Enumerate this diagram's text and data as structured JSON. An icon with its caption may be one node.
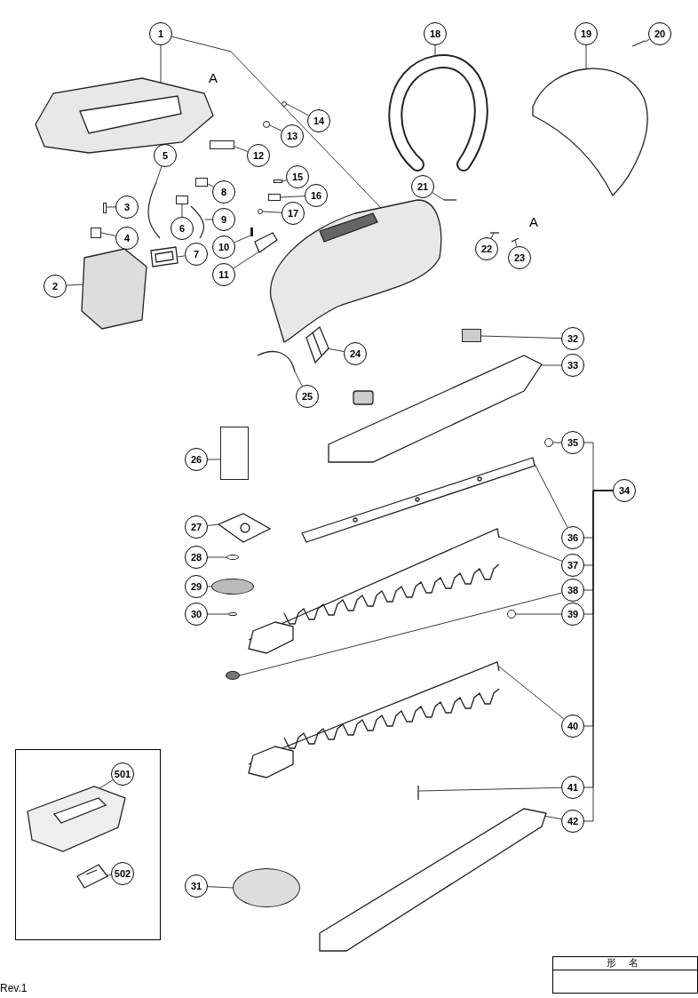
{
  "diagram": {
    "nodes": [
      {
        "text": [
          "1"
        ]
      },
      {
        "text": [
          "2"
        ]
      },
      {
        "text": [
          "3"
        ]
      },
      {
        "text": [
          "4"
        ]
      },
      {
        "text": [
          "5"
        ]
      },
      {
        "text": [
          "6"
        ]
      },
      {
        "text": [
          "7"
        ]
      },
      {
        "text": [
          "8"
        ]
      },
      {
        "text": [
          "9"
        ]
      },
      {
        "text": [
          "10"
        ]
      },
      {
        "text": [
          "11"
        ]
      },
      {
        "text": [
          "12"
        ]
      },
      {
        "text": [
          "13"
        ]
      },
      {
        "text": [
          "14"
        ]
      },
      {
        "text": [
          "15"
        ]
      },
      {
        "text": [
          "16"
        ]
      },
      {
        "text": [
          "17"
        ]
      },
      {
        "text": [
          "18"
        ]
      },
      {
        "text": [
          "19"
        ]
      },
      {
        "text": [
          "20"
        ]
      },
      {
        "text": [
          "21"
        ]
      },
      {
        "text": [
          "22"
        ]
      },
      {
        "text": [
          "23"
        ]
      },
      {
        "text": [
          "24"
        ]
      },
      {
        "text": [
          "25"
        ]
      },
      {
        "text": [
          "26"
        ]
      },
      {
        "text": [
          "27"
        ]
      },
      {
        "text": [
          "28"
        ]
      },
      {
        "text": [
          "29"
        ]
      },
      {
        "text": [
          "30"
        ]
      },
      {
        "text": [
          "31"
        ]
      },
      {
        "text": [
          "32"
        ]
      },
      {
        "text": [
          "33"
        ]
      },
      {
        "text": [
          "34"
        ]
      },
      {
        "text": [
          "35"
        ]
      },
      {
        "text": [
          "36"
        ]
      },
      {
        "text": [
          "37"
        ]
      },
      {
        "text": [
          "38"
        ]
      },
      {
        "text": [
          "39"
        ]
      },
      {
        "text": [
          "40"
        ]
      },
      {
        "text": [
          "41"
        ]
      },
      {
        "text": [
          "42"
        ]
      },
      {
        "text": [],
        "shape": "box"
      },
      {
        "text": [
          "501"
        ],
        "in": 42
      },
      {
        "text": [
          "502"
        ],
        "in": 42
      },
      {
        "text": [],
        "shape": "picture"
      },
      {
        "text": [],
        "shape": "picture"
      },
      {
        "text": [],
        "shape": "picture"
      },
      {
        "text": [],
        "shape": "box"
      },
      {
        "text": [],
        "shape": "box"
      },
      {
        "text": [],
        "shape": "picture"
      },
      {
        "text": [],
        "shape": "box"
      },
      {
        "text": [],
        "shape": "picture"
      },
      {
        "text": [],
        "shape": "box"
      },
      {
        "text": [],
        "shape": "picture"
      },
      {
        "text": [],
        "shape": "box"
      },
      {
        "text": [],
        "shape": "picture"
      },
      {
        "text": [],
        "shape": "box"
      },
      {
        "text": [],
        "shape": "circle"
      },
      {
        "text": [],
        "shape": "circle"
      },
      {
        "text": [],
        "shape": "box"
      },
      {
        "text": [],
        "shape": "box"
      },
      {
        "text": [],
        "shape": "circle"
      },
      {
        "text": [],
        "shape": "picture"
      },
      {
        "text": [],
        "shape": "picture"
      },
      {
        "text": [],
        "shape": "picture"
      },
      {
        "text": [],
        "shape": "picture"
      },
      {
        "text": [],
        "shape": "picture"
      },
      {
        "text": [],
        "shape": "picture"
      },
      {
        "text": [],
        "shape": "picture"
      },
      {
        "text": [],
        "shape": "picture"
      },
      {
        "text": [],
        "shape": "box"
      },
      {
        "text": [],
        "shape": "picture"
      },
      {
        "text": [],
        "shape": "circle"
      },
      {
        "text": [],
        "shape": "picture"
      },
      {
        "text": [],
        "shape": "picture"
      },
      {
        "text": [],
        "shape": "circle"
      },
      {
        "text": [],
        "shape": "circle"
      },
      {
        "text": [],
        "shape": "picture"
      },
      {
        "text": [],
        "shape": "picture"
      },
      {
        "text": [],
        "shape": "picture"
      },
      {
        "text": [],
        "shape": "box"
      },
      {
        "text": [],
        "shape": "picture"
      },
      {
        "text": [],
        "shape": "circle"
      },
      {
        "text": [],
        "shape": "circle"
      },
      {
        "text": [],
        "shape": "circle"
      },
      {
        "text": [],
        "shape": "circle"
      },
      {
        "text": [],
        "shape": "picture",
        "in": 42
      },
      {
        "text": [],
        "shape": "picture",
        "in": 42
      }
    ],
    "edges": [
      {
        "from": 0,
        "to": 45,
        "arrow": "none"
      },
      {
        "from": 0,
        "to": 46,
        "arrow": "none"
      },
      {
        "from": 1,
        "to": 47,
        "arrow": "none"
      },
      {
        "from": 2,
        "to": 48,
        "arrow": "none"
      },
      {
        "from": 3,
        "to": 49,
        "arrow": "none"
      },
      {
        "from": 4,
        "to": 50,
        "arrow": "none"
      },
      {
        "from": 5,
        "to": 51,
        "arrow": "none"
      },
      {
        "from": 6,
        "to": 52,
        "arrow": "none"
      },
      {
        "from": 7,
        "to": 53,
        "arrow": "none"
      },
      {
        "from": 8,
        "to": 54,
        "arrow": "none"
      },
      {
        "from": 9,
        "to": 55,
        "arrow": "none"
      },
      {
        "from": 10,
        "to": 56,
        "arrow": "none"
      },
      {
        "from": 11,
        "to": 57,
        "arrow": "none"
      },
      {
        "from": 12,
        "to": 58,
        "arrow": "none"
      },
      {
        "from": 13,
        "to": 59,
        "arrow": "none"
      },
      {
        "from": 14,
        "to": 60,
        "arrow": "none"
      },
      {
        "from": 15,
        "to": 61,
        "arrow": "none"
      },
      {
        "from": 16,
        "to": 62,
        "arrow": "none"
      },
      {
        "from": 17,
        "to": 63,
        "arrow": "none"
      },
      {
        "from": 18,
        "to": 64,
        "arrow": "none"
      },
      {
        "from": 19,
        "to": 65,
        "arrow": "none"
      },
      {
        "from": 20,
        "to": 66,
        "arrow": "none"
      },
      {
        "from": 21,
        "to": 67,
        "arrow": "none"
      },
      {
        "from": 22,
        "to": 68,
        "arrow": "none"
      },
      {
        "from": 23,
        "to": 69,
        "arrow": "none"
      },
      {
        "from": 24,
        "to": 70,
        "arrow": "none"
      },
      {
        "from": 25,
        "to": 81,
        "arrow": "none"
      },
      {
        "from": 26,
        "to": 82,
        "arrow": "none"
      },
      {
        "from": 27,
        "to": 83,
        "arrow": "none"
      },
      {
        "from": 28,
        "to": 84,
        "arrow": "none"
      },
      {
        "from": 29,
        "to": 85,
        "arrow": "none"
      },
      {
        "from": 30,
        "to": 86,
        "arrow": "none"
      },
      {
        "from": 31,
        "to": 71,
        "arrow": "none"
      },
      {
        "from": 32,
        "to": 72,
        "arrow": "none"
      },
      {
        "from": 33,
        "to": 34,
        "arrow": "none"
      },
      {
        "from": 34,
        "to": 73,
        "arrow": "none"
      },
      {
        "from": 35,
        "to": 74,
        "arrow": "none"
      },
      {
        "from": 36,
        "to": 75,
        "arrow": "none"
      },
      {
        "from": 37,
        "to": 76,
        "arrow": "none"
      },
      {
        "from": 38,
        "to": 77,
        "arrow": "none"
      },
      {
        "from": 39,
        "to": 78,
        "arrow": "none"
      },
      {
        "from": 40,
        "to": 79,
        "arrow": "none"
      },
      {
        "from": 41,
        "to": 80,
        "arrow": "none"
      },
      {
        "from": 43,
        "to": 87,
        "arrow": "none"
      },
      {
        "from": 44,
        "to": 88,
        "arrow": "none"
      },
      {
        "from": 33,
        "to": 35,
        "arrow": "none"
      },
      {
        "from": 33,
        "to": 36,
        "arrow": "none"
      },
      {
        "from": 33,
        "to": 37,
        "arrow": "none"
      },
      {
        "from": 33,
        "to": 38,
        "arrow": "none"
      },
      {
        "from": 33,
        "to": 39,
        "arrow": "none"
      },
      {
        "from": 33,
        "to": 40,
        "arrow": "none"
      },
      {
        "from": 33,
        "to": 41,
        "arrow": "none"
      }
    ],
    "labels": [
      "A",
      "A",
      "Rev.1",
      "形 名"
    ]
  }
}
